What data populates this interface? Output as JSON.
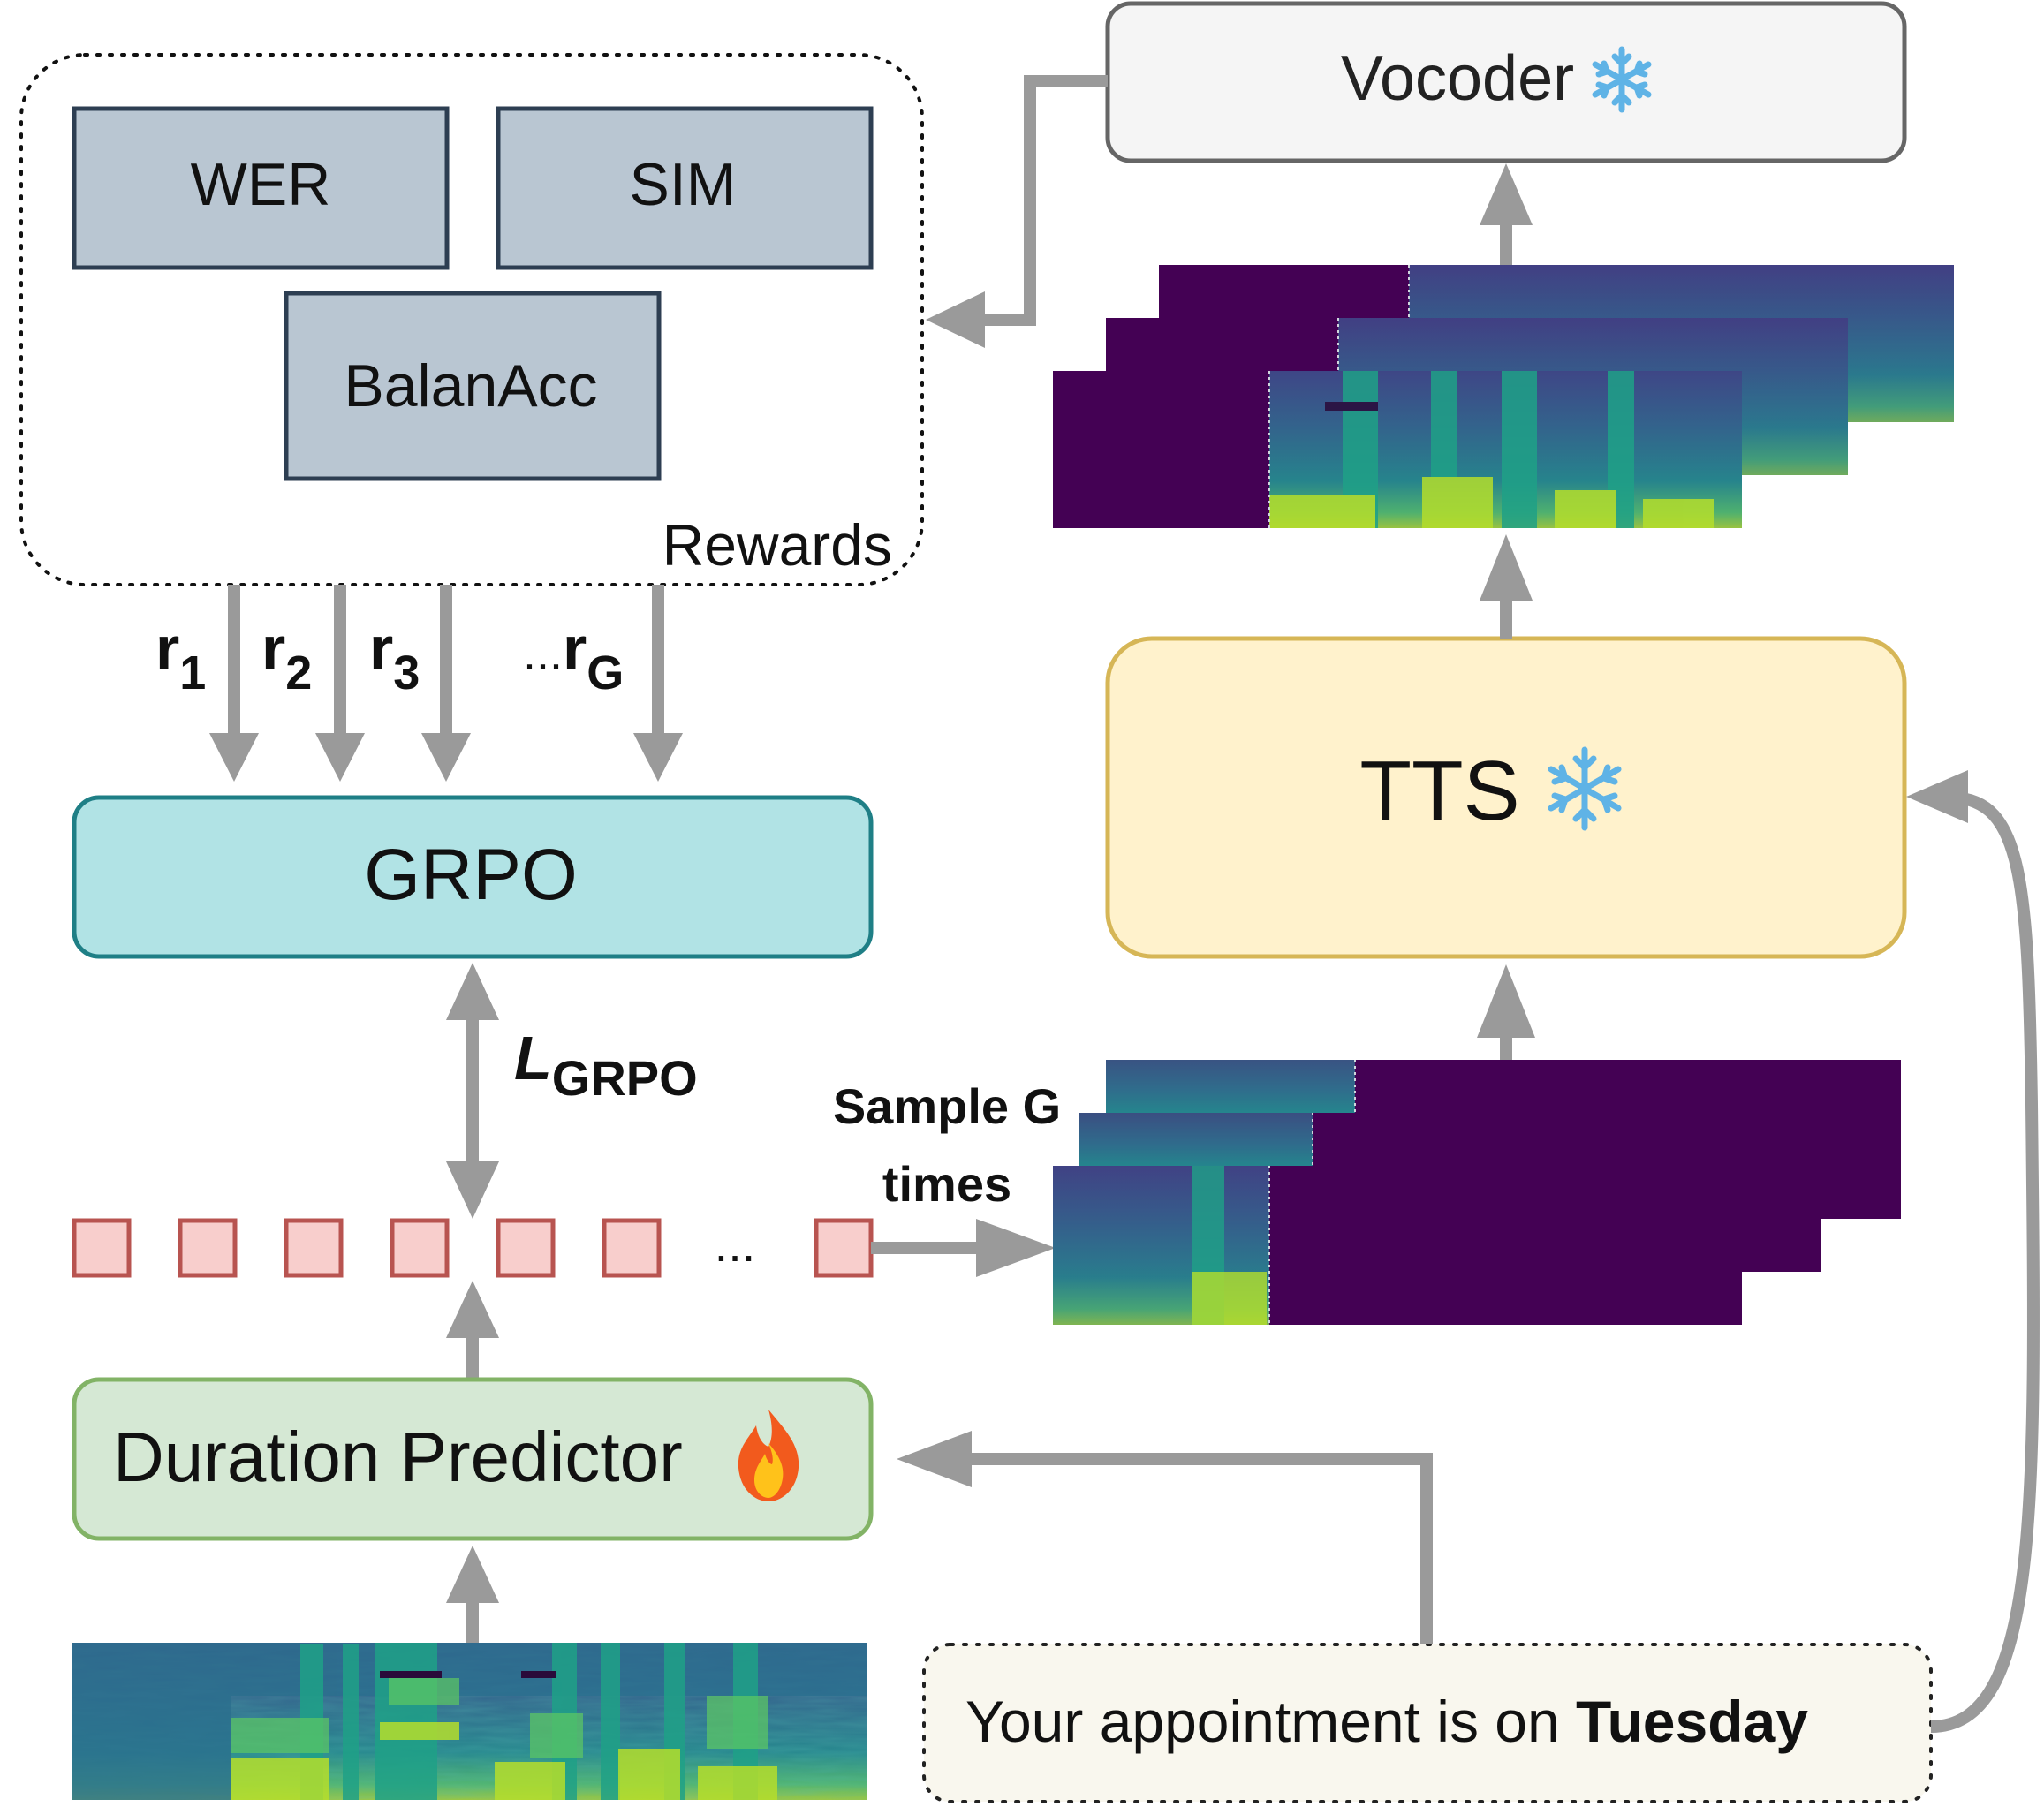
{
  "rewards": {
    "label": "Rewards",
    "wer": "WER",
    "sim": "SIM",
    "balanacc": "BalanAcc"
  },
  "reward_signals": {
    "r1": {
      "base": "r",
      "sub": "1"
    },
    "r2": {
      "base": "r",
      "sub": "2"
    },
    "r3": {
      "base": "r",
      "sub": "3"
    },
    "rG": {
      "prefix": "...",
      "base": "r",
      "sub": "G"
    }
  },
  "grpo": {
    "label": "GRPO"
  },
  "loss": {
    "base": "L",
    "sub": "GRPO"
  },
  "tokens": {
    "ellipsis": "..."
  },
  "duration_predictor": {
    "label": "Duration Predictor",
    "icon": "fire-icon"
  },
  "sample": {
    "line1": "Sample G",
    "line2": "times"
  },
  "tts": {
    "label": "TTS",
    "icon": "snowflake-icon"
  },
  "vocoder": {
    "label": "Vocoder",
    "icon": "snowflake-icon"
  },
  "text_input": {
    "prefix": "Your appointment is on ",
    "emphasis": "Tuesday"
  },
  "colors": {
    "arrow": "#9a9a9a",
    "metric_fill": "#b9c6d2",
    "metric_stroke": "#2d3e52",
    "grpo_fill": "#b1e3e5",
    "grpo_stroke": "#1f7f86",
    "dp_fill": "#d5e8d4",
    "dp_stroke": "#82b366",
    "tts_fill": "#fff2cc",
    "tts_stroke": "#d6b656",
    "vocoder_fill": "#f5f5f5",
    "vocoder_stroke": "#666666",
    "token_fill": "#f8cecc",
    "token_stroke": "#b85450",
    "spec_bg": "#440154"
  }
}
